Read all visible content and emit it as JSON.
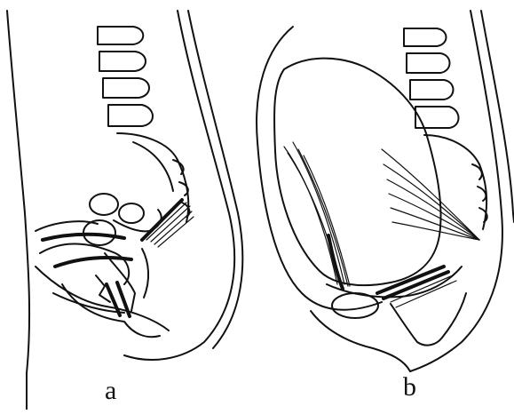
{
  "panels": [
    {
      "id": "a",
      "label": "a"
    },
    {
      "id": "b",
      "label": "b"
    }
  ]
}
